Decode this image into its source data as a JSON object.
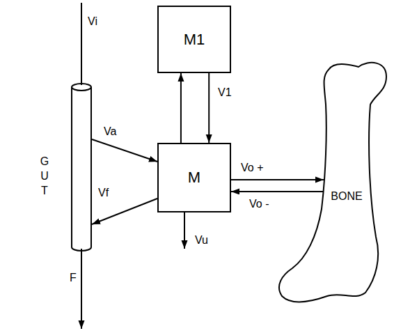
{
  "diagram": {
    "nodes": [
      {
        "text": [
          "GUT"
        ]
      },
      {
        "text": [
          "M1"
        ]
      },
      {
        "text": [
          "M"
        ]
      },
      {
        "text": [
          "BONE"
        ]
      }
    ],
    "edges": [
      {
        "from": 0,
        "to": 2,
        "label": "Va",
        "arrow": "to"
      },
      {
        "from": 2,
        "to": 0,
        "label": "Vf",
        "arrow": "to"
      },
      {
        "from": 2,
        "to": 1,
        "arrow": "to"
      },
      {
        "from": 1,
        "to": 2,
        "label": "V1",
        "arrow": "to"
      },
      {
        "from": 2,
        "to": 3,
        "label": "Vo +",
        "arrow": "to"
      },
      {
        "from": 3,
        "to": 2,
        "label": "Vo -",
        "arrow": "to"
      }
    ],
    "labels": [
      "Vi",
      "F",
      "Vu"
    ]
  }
}
